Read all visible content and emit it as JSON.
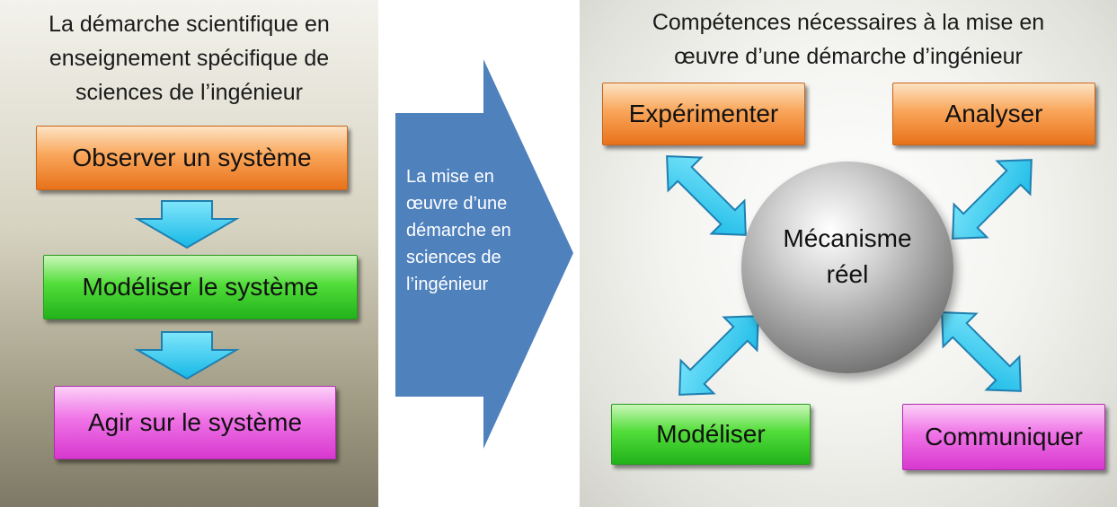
{
  "left": {
    "title_lines": [
      "La démarche scientifique en",
      "enseignement spécifique de",
      "sciences de l’ingénieur"
    ],
    "steps": [
      {
        "label": "Observer un système",
        "color": "#f08a33"
      },
      {
        "label": "Modéliser le système",
        "color": "#3fcf2a"
      },
      {
        "label": "Agir sur  le système",
        "color": "#e455dc"
      }
    ]
  },
  "center": {
    "lines": [
      "La mise en",
      "œuvre d’une",
      "démarche en",
      "sciences de",
      "l’ingénieur"
    ],
    "arrow_color": "#4f81bd"
  },
  "right": {
    "title_lines": [
      "Compétences nécessaires à la mise en",
      "œuvre d’une démarche d’ingénieur"
    ],
    "center_lines": [
      "Mécanisme",
      "réel"
    ],
    "competences": [
      {
        "label": "Expérimenter",
        "color": "#f08a33"
      },
      {
        "label": "Analyser",
        "color": "#f08a33"
      },
      {
        "label": "Modéliser",
        "color": "#3fcf2a"
      },
      {
        "label": "Communiquer",
        "color": "#e455dc"
      }
    ],
    "arrow_color": "#33ccee"
  }
}
